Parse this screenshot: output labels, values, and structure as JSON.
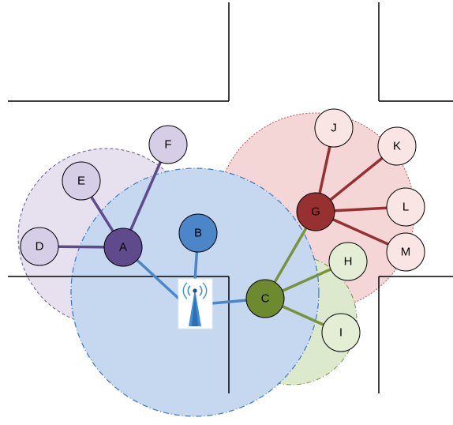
{
  "nodes": {
    "A": {
      "label": "A"
    },
    "B": {
      "label": "B"
    },
    "C": {
      "label": "C"
    },
    "D": {
      "label": "D"
    },
    "E": {
      "label": "E"
    },
    "F": {
      "label": "F"
    },
    "G": {
      "label": "G"
    },
    "H": {
      "label": "H"
    },
    "I": {
      "label": "I"
    },
    "J": {
      "label": "J"
    },
    "K": {
      "label": "K"
    },
    "L": {
      "label": "L"
    },
    "M": {
      "label": "M"
    }
  },
  "icons": {
    "access_point": "wireless-antenna-icon"
  },
  "colors": {
    "blue_range_fill": "#c5d8ef",
    "blue_range_stroke": "#3b78c4",
    "purple_range_fill": "#e7e0ee",
    "purple_range_stroke": "#6a5a8c",
    "pink_range_fill": "#f4d6d6",
    "pink_range_stroke": "#c0504d",
    "green_range_fill": "#dde9cc",
    "green_range_stroke": "#77933c",
    "node_a": "#5f4b8b",
    "node_b": "#4a86c8",
    "node_c": "#6e8a2f",
    "node_g": "#973131",
    "light_purple_node": "#d6cde6",
    "light_pink_node": "#fae5e5",
    "light_green_node": "#e4eed5",
    "purple_link": "#5f4b8b",
    "blue_link": "#4a86c8",
    "green_link": "#77933c",
    "red_link": "#973131",
    "wall": "#000000"
  }
}
